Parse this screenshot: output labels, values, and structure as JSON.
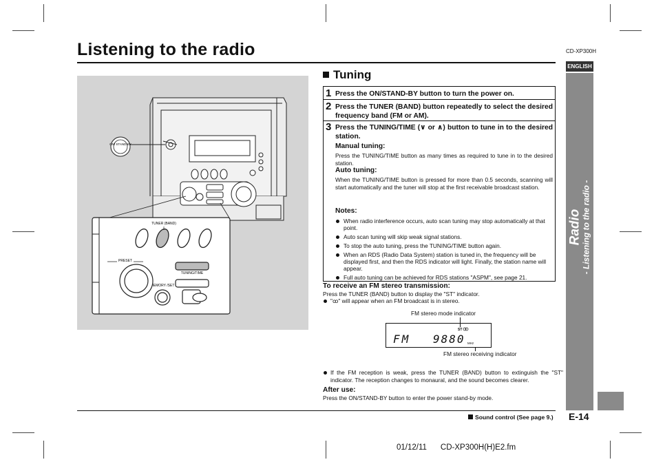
{
  "page": {
    "title": "Listening to the radio",
    "model": "CD-XP300H",
    "language_tab": "ENGLISH",
    "sidebar_main": "Radio",
    "sidebar_sub": "- Listening to the radio -",
    "page_number": "E-14",
    "footer_date": "01/12/11",
    "footer_file": "CD-XP300H(H)E2.fm",
    "sound_control_ref": "Sound control (See page 9.)"
  },
  "illustration": {
    "on_standby_label": "ON/ STAND-BY",
    "tuner_band_label": "TUNER (BAND)",
    "preset_label": "PRESET",
    "tuning_time_label": "TUNING/TIME",
    "memory_set_label": "MEMORY /SET"
  },
  "tuning": {
    "heading": "Tuning",
    "steps": [
      {
        "num": "1",
        "text": "Press the ON/STAND-BY button to turn the power on."
      },
      {
        "num": "2",
        "text": "Press the TUNER (BAND) button repeatedly to select the desired frequency band (FM or AM)."
      },
      {
        "num": "3",
        "text": "Press the TUNING/TIME (∨ or ∧) button to tune in to the desired station."
      }
    ],
    "manual_heading": "Manual tuning:",
    "manual_text": "Press the TUNING/TIME button as many times as required to tune in to the desired station.",
    "auto_heading": "Auto tuning:",
    "auto_text": "When the TUNING/TIME button is pressed for more than 0.5 seconds, scanning will start automatically and the tuner will stop at the first receivable broadcast station.",
    "notes_heading": "Notes:",
    "notes": [
      "When radio interference occurs, auto scan tuning may stop automatically at that point.",
      "Auto scan tuning will skip weak signal stations.",
      "To stop the auto tuning, press the TUNING/TIME button again.",
      "When an RDS (Radio Data System) station is tuned in, the frequency will be displayed first, and then the RDS indicator will light. Finally, the station name will appear.",
      "Full auto tuning can be achieved for RDS stations \"ASPM\", see page 21."
    ]
  },
  "fm_stereo": {
    "heading": "To receive an FM stereo transmission:",
    "line1": "Press the TUNER (BAND) button to display the \"ST\" indicator.",
    "line2": "\"ꝏ\" will appear when an FM broadcast is in stereo.",
    "mode_indicator_caption": "FM stereo mode indicator",
    "receiving_indicator_caption": "FM stereo receiving indicator",
    "display_band": "FM",
    "display_freq": "9880",
    "display_unit": "MHz",
    "display_st": "ST",
    "weak_reception": "If the FM reception is weak, press the TUNER (BAND) button to extinguish the \"ST\" indicator. The reception changes to monaural, and the sound becomes clearer."
  },
  "after_use": {
    "heading": "After use:",
    "text": "Press the ON/STAND-BY button to enter the power stand-by mode."
  }
}
